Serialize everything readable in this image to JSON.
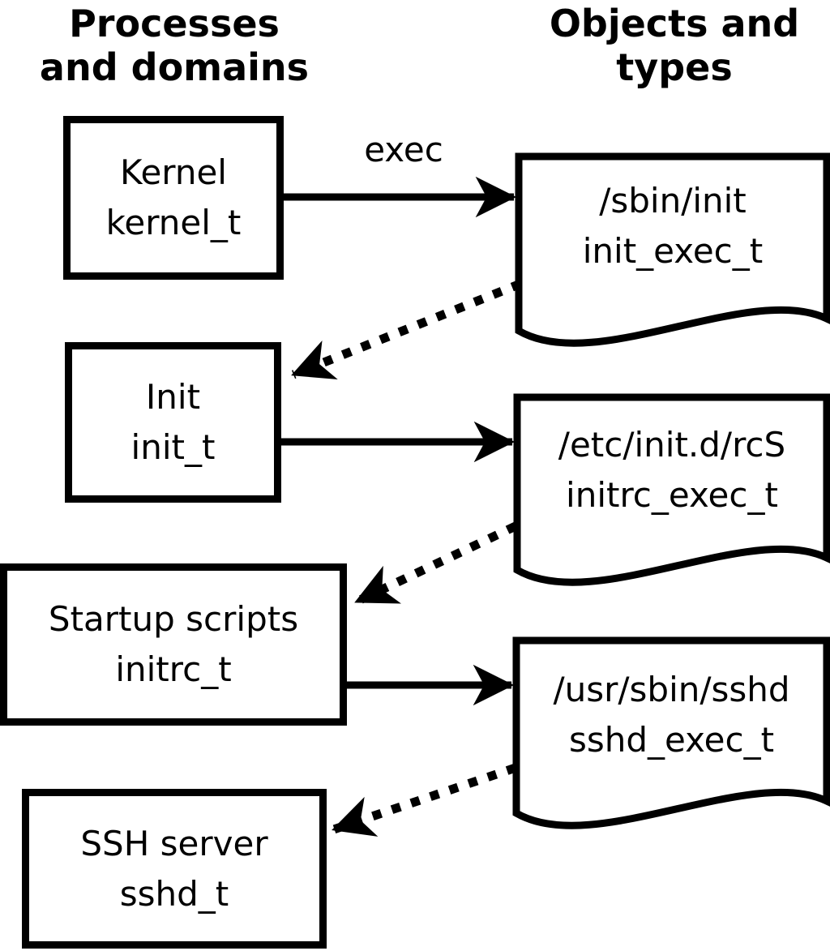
{
  "diagram": {
    "title_context": "Domain transition flow",
    "left_column_header": {
      "line1": "Processes",
      "line2": "and domains"
    },
    "right_column_header": {
      "line1": "Objects and",
      "line2": "types"
    },
    "process_boxes": [
      {
        "name": "Kernel",
        "type": "kernel_t"
      },
      {
        "name": "Init",
        "type": "init_t"
      },
      {
        "name": "Startup scripts",
        "type": "initrc_t"
      },
      {
        "name": "SSH server",
        "type": "sshd_t"
      }
    ],
    "object_docs": [
      {
        "path": "/sbin/init",
        "type": "init_exec_t"
      },
      {
        "path": "/etc/init.d/rcS",
        "type": "initrc_exec_t"
      },
      {
        "path": "/usr/sbin/sshd",
        "type": "sshd_exec_t"
      }
    ],
    "arrow_label": "exec",
    "edges": [
      {
        "from": "kernel_t",
        "to": "init_exec_t",
        "style": "solid",
        "label": "exec"
      },
      {
        "from": "init_exec_t",
        "to": "init_t",
        "style": "dotted",
        "label": ""
      },
      {
        "from": "init_t",
        "to": "initrc_exec_t",
        "style": "solid",
        "label": ""
      },
      {
        "from": "initrc_exec_t",
        "to": "initrc_t",
        "style": "dotted",
        "label": ""
      },
      {
        "from": "initrc_t",
        "to": "sshd_exec_t",
        "style": "solid",
        "label": ""
      },
      {
        "from": "sshd_exec_t",
        "to": "sshd_t",
        "style": "dotted",
        "label": ""
      }
    ],
    "colors": {
      "foreground": "#000000",
      "background": "#ffffff"
    }
  }
}
